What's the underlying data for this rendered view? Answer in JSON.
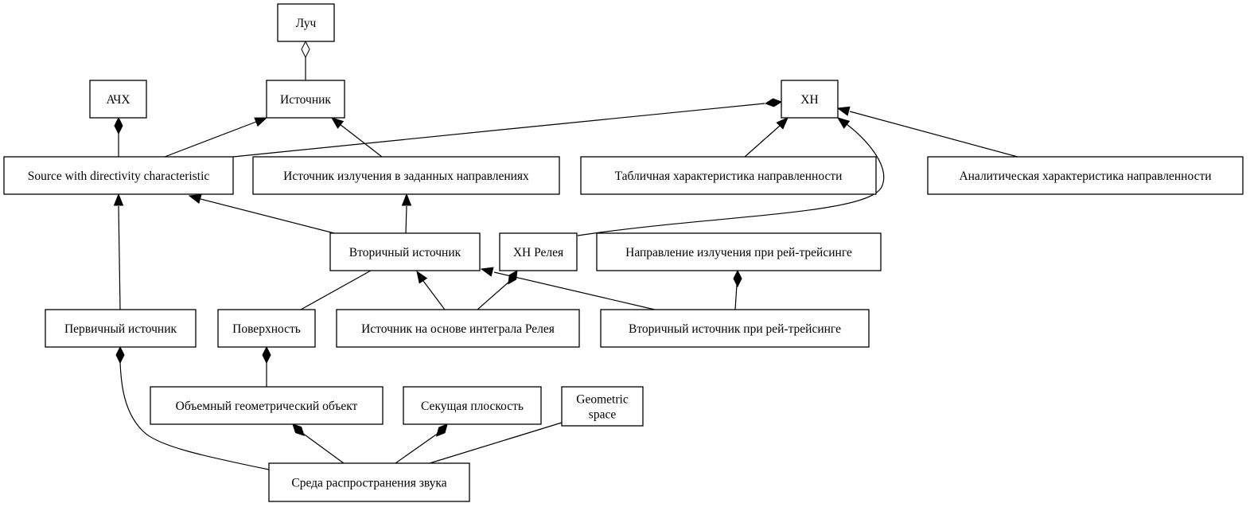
{
  "diagram": {
    "nodes": [
      {
        "id": "luch",
        "label": "Луч"
      },
      {
        "id": "ach",
        "label": "АЧХ"
      },
      {
        "id": "istochnik",
        "label": "Источник"
      },
      {
        "id": "xn",
        "label": "ХН"
      },
      {
        "id": "source_dir",
        "label": "Source with directivity characteristic"
      },
      {
        "id": "ist_nap",
        "label": "Источник излучения в заданных направлениях"
      },
      {
        "id": "tab_har",
        "label": "Табличная характеристика направленности"
      },
      {
        "id": "anal_har",
        "label": "Аналитическая характеристика направленности"
      },
      {
        "id": "vtor_ist",
        "label": "Вторичный источник"
      },
      {
        "id": "xn_releya",
        "label": "ХН Релея"
      },
      {
        "id": "napr_rt",
        "label": "Направление излучения при рей-трейсинге"
      },
      {
        "id": "perv_ist",
        "label": "Первичный источник"
      },
      {
        "id": "poverh",
        "label": "Поверхность"
      },
      {
        "id": "ist_int",
        "label": "Источник на основе интеграла Релея"
      },
      {
        "id": "vtor_rt",
        "label": "Вторичный источник при рей-трейсинге"
      },
      {
        "id": "obj_geom",
        "label": "Объемный геометрический объект"
      },
      {
        "id": "sek_pl",
        "label": "Секущая плоскость"
      },
      {
        "id": "geom_space",
        "label": "Geometric\nspace"
      },
      {
        "id": "sreda",
        "label": "Среда распространения звука"
      }
    ],
    "edges": [
      {
        "from": "luch",
        "to": "istochnik",
        "marker": "hollow-diamond"
      },
      {
        "from": "source_dir",
        "to": "ach",
        "marker": "filled-diamond"
      },
      {
        "from": "source_dir",
        "to": "istochnik",
        "marker": "arrow"
      },
      {
        "from": "ist_nap",
        "to": "istochnik",
        "marker": "arrow"
      },
      {
        "from": "source_dir",
        "to": "xn",
        "marker": "filled-diamond"
      },
      {
        "from": "tab_har",
        "to": "xn",
        "marker": "arrow"
      },
      {
        "from": "xn_releya",
        "to": "xn",
        "marker": "arrow"
      },
      {
        "from": "anal_har",
        "to": "xn",
        "marker": "arrow"
      },
      {
        "from": "vtor_ist",
        "to": "source_dir",
        "marker": "arrow"
      },
      {
        "from": "vtor_ist",
        "to": "ist_nap",
        "marker": "arrow"
      },
      {
        "from": "perv_ist",
        "to": "source_dir",
        "marker": "arrow"
      },
      {
        "from": "poverh",
        "to": "vtor_ist",
        "marker": "none"
      },
      {
        "from": "ist_int",
        "to": "vtor_ist",
        "marker": "arrow"
      },
      {
        "from": "ist_int",
        "to": "xn_releya",
        "marker": "filled-diamond"
      },
      {
        "from": "vtor_rt",
        "to": "vtor_ist",
        "marker": "arrow"
      },
      {
        "from": "vtor_rt",
        "to": "napr_rt",
        "marker": "filled-diamond"
      },
      {
        "from": "obj_geom",
        "to": "poverh",
        "marker": "filled-diamond"
      },
      {
        "from": "sreda",
        "to": "perv_ist",
        "marker": "filled-diamond"
      },
      {
        "from": "sreda",
        "to": "obj_geom",
        "marker": "filled-diamond"
      },
      {
        "from": "sreda",
        "to": "sek_pl",
        "marker": "filled-diamond"
      },
      {
        "from": "sreda",
        "to": "geom_space",
        "marker": "none"
      }
    ]
  }
}
